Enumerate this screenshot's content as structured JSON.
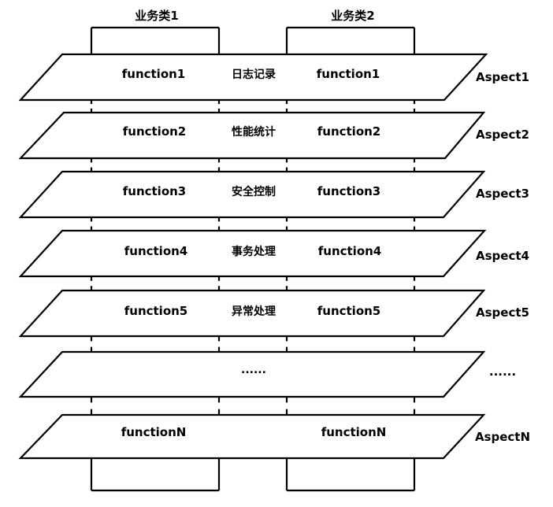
{
  "columns": [
    {
      "title": "业务类1"
    },
    {
      "title": "业务类2"
    }
  ],
  "layers": [
    {
      "left_label": "function1",
      "middle_label": "日志记录",
      "right_label": "function1",
      "aspect": "Aspect1"
    },
    {
      "left_label": "function2",
      "middle_label": "性能统计",
      "right_label": "function2",
      "aspect": "Aspect2"
    },
    {
      "left_label": "function3",
      "middle_label": "安全控制",
      "right_label": "function3",
      "aspect": "Aspect3"
    },
    {
      "left_label": "function4",
      "middle_label": "事务处理",
      "right_label": "function4",
      "aspect": "Aspect4"
    },
    {
      "left_label": "function5",
      "middle_label": "异常处理",
      "right_label": "function5",
      "aspect": "Aspect5"
    },
    {
      "left_label": "",
      "middle_label": "......",
      "right_label": "",
      "aspect": "......"
    },
    {
      "left_label": "functionN",
      "middle_label": "",
      "right_label": "functionN",
      "aspect": "AspectN"
    }
  ]
}
